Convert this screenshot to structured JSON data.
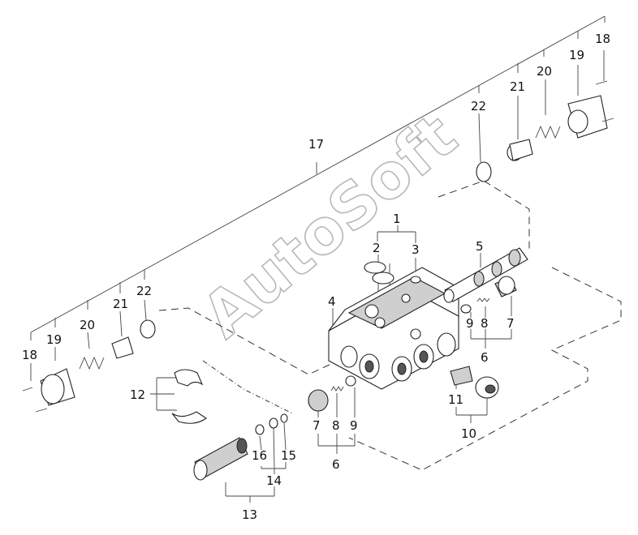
{
  "watermark": "AutoSoft",
  "labels": {
    "l1": "1",
    "l2": "2",
    "l3": "3",
    "l4": "4",
    "l5": "5",
    "l6a": "6",
    "l6b": "6",
    "l7a": "7",
    "l7b": "7",
    "l8a": "8",
    "l8b": "8",
    "l9a": "9",
    "l9b": "9",
    "l10": "10",
    "l11": "11",
    "l12": "12",
    "l13": "13",
    "l14": "14",
    "l15": "15",
    "l16": "16",
    "l17": "17",
    "l18a": "18",
    "l18b": "18",
    "l19a": "19",
    "l19b": "19",
    "l20a": "20",
    "l20b": "20",
    "l21a": "21",
    "l21b": "21",
    "l22a": "22",
    "l22b": "22"
  }
}
